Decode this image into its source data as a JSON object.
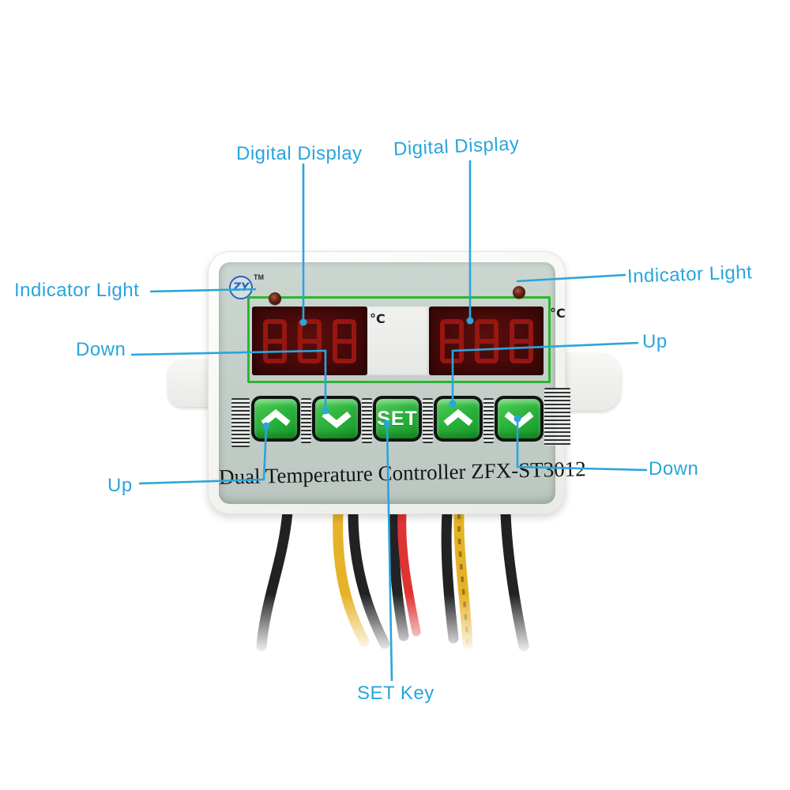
{
  "annotations": {
    "digital_display_left": "Digital Display",
    "digital_display_right": "Digital Display",
    "indicator_light_left": "Indicator Light",
    "indicator_light_right": "Indicator Light",
    "down_left": "Down",
    "up_left": "Up",
    "up_right": "Up",
    "down_right": "Down",
    "set_key": "SET Key"
  },
  "device": {
    "brand_logo": "ZY",
    "trademark": "TM",
    "title": "Dual Temperature Controller ZFX-ST3012",
    "display_left": {
      "value": "888",
      "unit": "°C"
    },
    "display_right": {
      "value": "888",
      "unit": "°C"
    },
    "set_button_label": "SET"
  },
  "colors": {
    "callout_blue": "#29a5dc",
    "frame_green": "#2eb62e",
    "button_green": "#2db53d",
    "display_background": "#430908",
    "digit_red": "#9e1812",
    "panel_gray_green": "#c4cec8",
    "case_white": "#f4f4f1",
    "wire_black": "#222225",
    "wire_yellow": "#e6b227",
    "wire_red": "#df3434"
  }
}
